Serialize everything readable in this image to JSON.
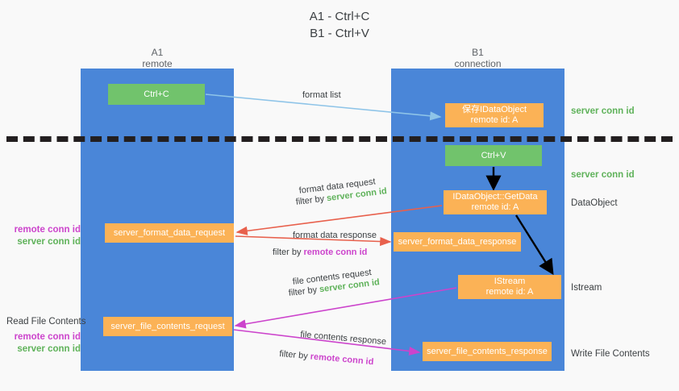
{
  "title": {
    "line1": "A1 - Ctrl+C",
    "line2": "B1 - Ctrl+V"
  },
  "lanes": [
    {
      "name": "A1",
      "sub": "remote",
      "color": "#4a86d8"
    },
    {
      "name": "B1",
      "sub": "connection",
      "color": "#4a86d8"
    }
  ],
  "nodes": {
    "ctrl_c": {
      "label": "Ctrl+C",
      "color": "#71c36c"
    },
    "save_dataobject": {
      "line1": "保存IDataObject",
      "line2": "remote id: A",
      "color": "#fbb256"
    },
    "ctrl_v": {
      "label": "Ctrl+V",
      "color": "#71c36c"
    },
    "getdata": {
      "line1": "IDataObject::GetData",
      "line2": "remote id: A",
      "color": "#fbb256"
    },
    "format_data_request": {
      "label": "server_format_data_request",
      "color": "#fbb256"
    },
    "format_data_response": {
      "label": "server_format_data_response",
      "color": "#fbb256"
    },
    "istream": {
      "line1": "IStream",
      "line2": "remote id: A",
      "color": "#fbb256"
    },
    "file_contents_request": {
      "label": "server_file_contents_request",
      "color": "#fbb256"
    },
    "file_contents_response": {
      "label": "server_file_contents_response",
      "color": "#fbb256"
    }
  },
  "edges": {
    "format_list": "format list",
    "fd_request": "format data request",
    "fd_request_filter_prefix": "filter by ",
    "fd_request_filter_value": "server conn id",
    "fd_response": "format data response",
    "fd_response_filter_prefix": "filter by ",
    "fd_response_filter_value": "remote conn id",
    "fc_request": "file contents request",
    "fc_request_filter_prefix": "filter by ",
    "fc_request_filter_value": "server conn id",
    "fc_response": "file contents response",
    "fc_response_filter_prefix": "filter by ",
    "fc_response_filter_value": "remote conn id"
  },
  "annotations": {
    "right": {
      "server_conn_id_top": "server conn id",
      "server_conn_id_mid": "server conn id",
      "dataobject": "DataObject",
      "istream": "Istream",
      "write_file_contents": "Write File Contents"
    },
    "left": {
      "remote_conn_id_1": "remote conn id",
      "server_conn_id_1": "server conn id",
      "read_file_contents": "Read File Contents",
      "remote_conn_id_2": "remote conn id",
      "server_conn_id_2": "server conn id"
    }
  },
  "colors": {
    "lane": "#4a86d8",
    "green_box": "#71c36c",
    "orange_box": "#fbb256",
    "arrow_blue": "#8ec4e8",
    "arrow_red": "#e8604c",
    "arrow_magenta": "#cc44cc",
    "arrow_black": "#000000",
    "text_green": "#5fb25a",
    "text_magenta": "#cc44cc",
    "background": "#f9f9f9"
  }
}
